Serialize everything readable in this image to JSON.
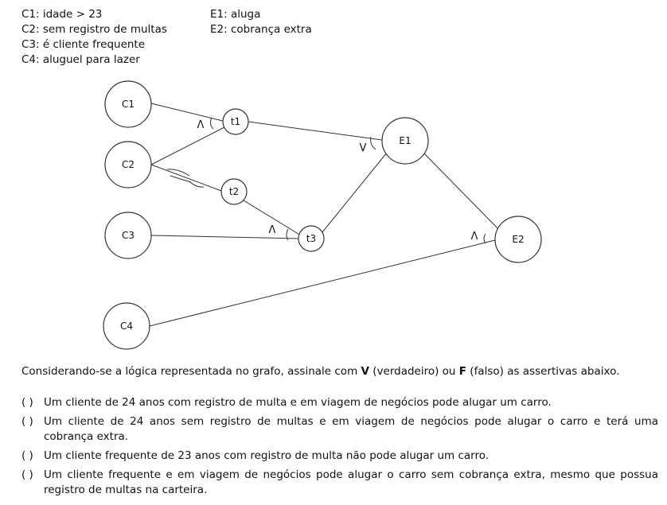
{
  "legend": {
    "conditions": [
      "C1: idade > 23",
      "C2: sem registro de multas",
      "C3: é cliente frequente",
      "C4: aluguel para lazer"
    ],
    "effects": [
      "E1: aluga",
      "E2: cobrança extra"
    ]
  },
  "graph": {
    "nodes": {
      "c1": "C1",
      "c2": "C2",
      "c3": "C3",
      "c4": "C4",
      "t1": "t1",
      "t2": "t2",
      "t3": "t3",
      "e1": "E1",
      "e2": "E2"
    },
    "operators": {
      "t1": "Λ",
      "e1": "V",
      "t3": "Λ",
      "e2": "Λ"
    }
  },
  "prompt": {
    "before_v": "Considerando-se a lógica representada no grafo, assinale com ",
    "v": "V",
    "middle": " (verdadeiro) ou ",
    "f": "F",
    "after_f": " (falso) as assertivas abaixo."
  },
  "statements": [
    {
      "mark": "( )",
      "text": "Um cliente de 24 anos com registro de multa e em viagem de negócios pode alugar um carro."
    },
    {
      "mark": "( )",
      "text": "Um cliente de 24 anos sem registro de multas e em viagem de negócios pode alugar o carro e terá uma cobrança extra."
    },
    {
      "mark": "( )",
      "text": "Um cliente frequente de 23 anos com registro de multa não pode alugar um carro."
    },
    {
      "mark": "( )",
      "text": "Um cliente frequente e em viagem de negócios pode alugar o carro sem cobrança extra, mesmo que possua registro de multas na carteira."
    }
  ]
}
